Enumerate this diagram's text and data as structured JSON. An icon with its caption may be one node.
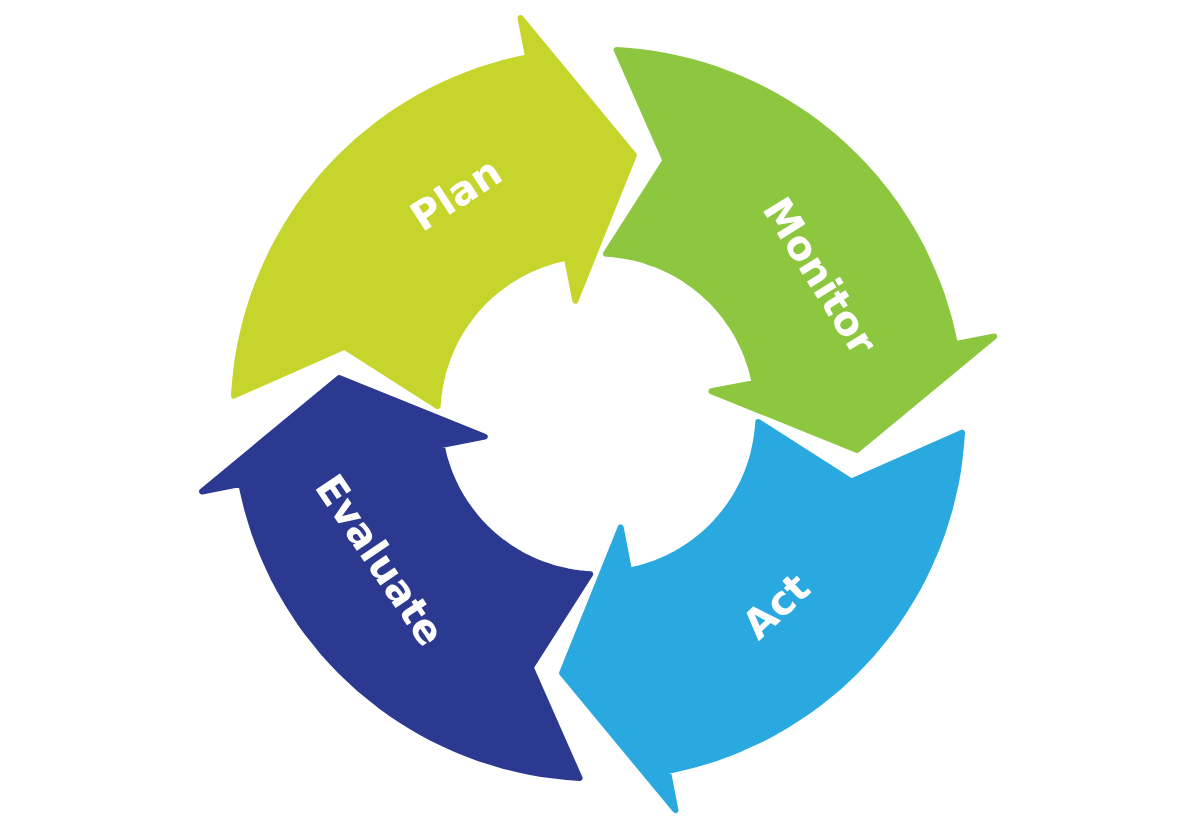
{
  "diagram": {
    "nodes": [
      {
        "text": [
          "Plan"
        ]
      },
      {
        "text": [
          "Monitor"
        ]
      },
      {
        "text": [
          "Act"
        ]
      },
      {
        "text": [
          "Evaluate"
        ]
      }
    ]
  }
}
